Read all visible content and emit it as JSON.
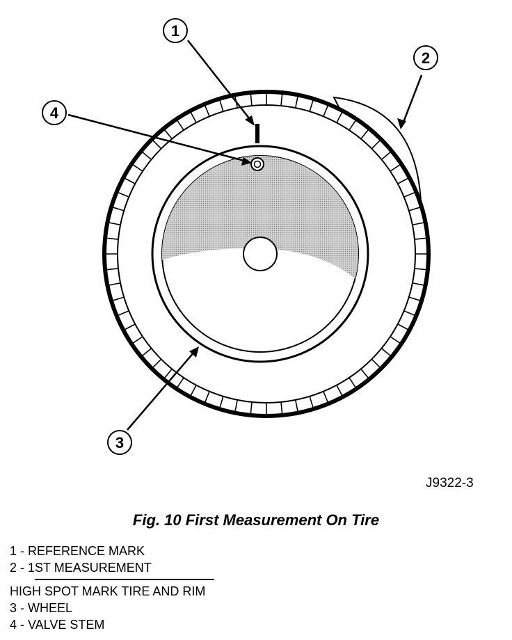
{
  "callouts": [
    {
      "number": "1"
    },
    {
      "number": "2"
    },
    {
      "number": "3"
    },
    {
      "number": "4"
    }
  ],
  "figure_id": "J9322-3",
  "caption": "Fig. 10 First Measurement On Tire",
  "legend": {
    "items_top": [
      {
        "text": "1 - REFERENCE MARK"
      },
      {
        "text": "2 - 1ST MEASUREMENT"
      }
    ],
    "items_bottom": [
      {
        "text": "HIGH SPOT MARK TIRE AND RIM"
      },
      {
        "text": "3 - WHEEL"
      },
      {
        "text": "4 - VALVE STEM"
      }
    ]
  },
  "colors": {
    "line": "#000000",
    "shade": "#bdbdbd",
    "paper": "#ffffff"
  }
}
